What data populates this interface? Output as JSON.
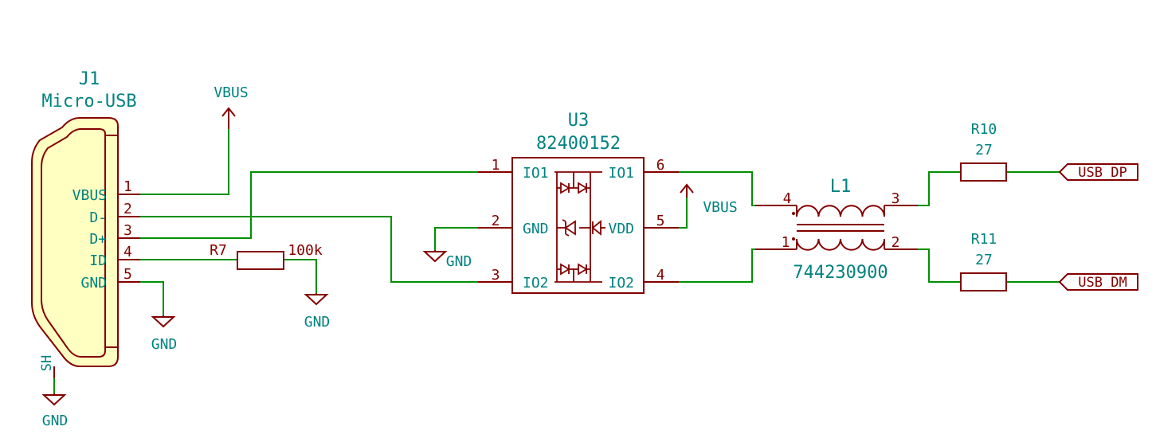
{
  "j1": {
    "ref": "J1",
    "value": "Micro-USB",
    "pins": [
      {
        "name": "VBUS",
        "num": "1"
      },
      {
        "name": "D-",
        "num": "2"
      },
      {
        "name": "D+",
        "num": "3"
      },
      {
        "name": "ID",
        "num": "4"
      },
      {
        "name": "GND",
        "num": "5"
      }
    ],
    "shield": "SH"
  },
  "u3": {
    "ref": "U3",
    "value": "82400152",
    "pins_left": [
      {
        "name": "IO1",
        "num": "1"
      },
      {
        "name": "GND",
        "num": "2"
      },
      {
        "name": "IO2",
        "num": "3"
      }
    ],
    "pins_right": [
      {
        "name": "IO1",
        "num": "6"
      },
      {
        "name": "VDD",
        "num": "5"
      },
      {
        "name": "IO2",
        "num": "4"
      }
    ]
  },
  "r7": {
    "ref": "R7",
    "value": "100k"
  },
  "r10": {
    "ref": "R10",
    "value": "27"
  },
  "r11": {
    "ref": "R11",
    "value": "27"
  },
  "l1": {
    "ref": "L1",
    "value": "744230900",
    "pins": {
      "p1": "1",
      "p2": "2",
      "p3": "3",
      "p4": "4"
    }
  },
  "power": {
    "vbus_j1": "VBUS",
    "vbus_u3": "VBUS",
    "gnd_j1": "GND",
    "gnd_r7": "GND",
    "gnd_u3": "GND",
    "gnd_sh": "GND"
  },
  "labels": {
    "usb_dp": "USB_DP",
    "usb_dm": "USB_DM"
  },
  "colors": {
    "wire": "#009000",
    "symbol": "#840000",
    "text": "#00827f",
    "body_fill": "#ffffc2"
  }
}
